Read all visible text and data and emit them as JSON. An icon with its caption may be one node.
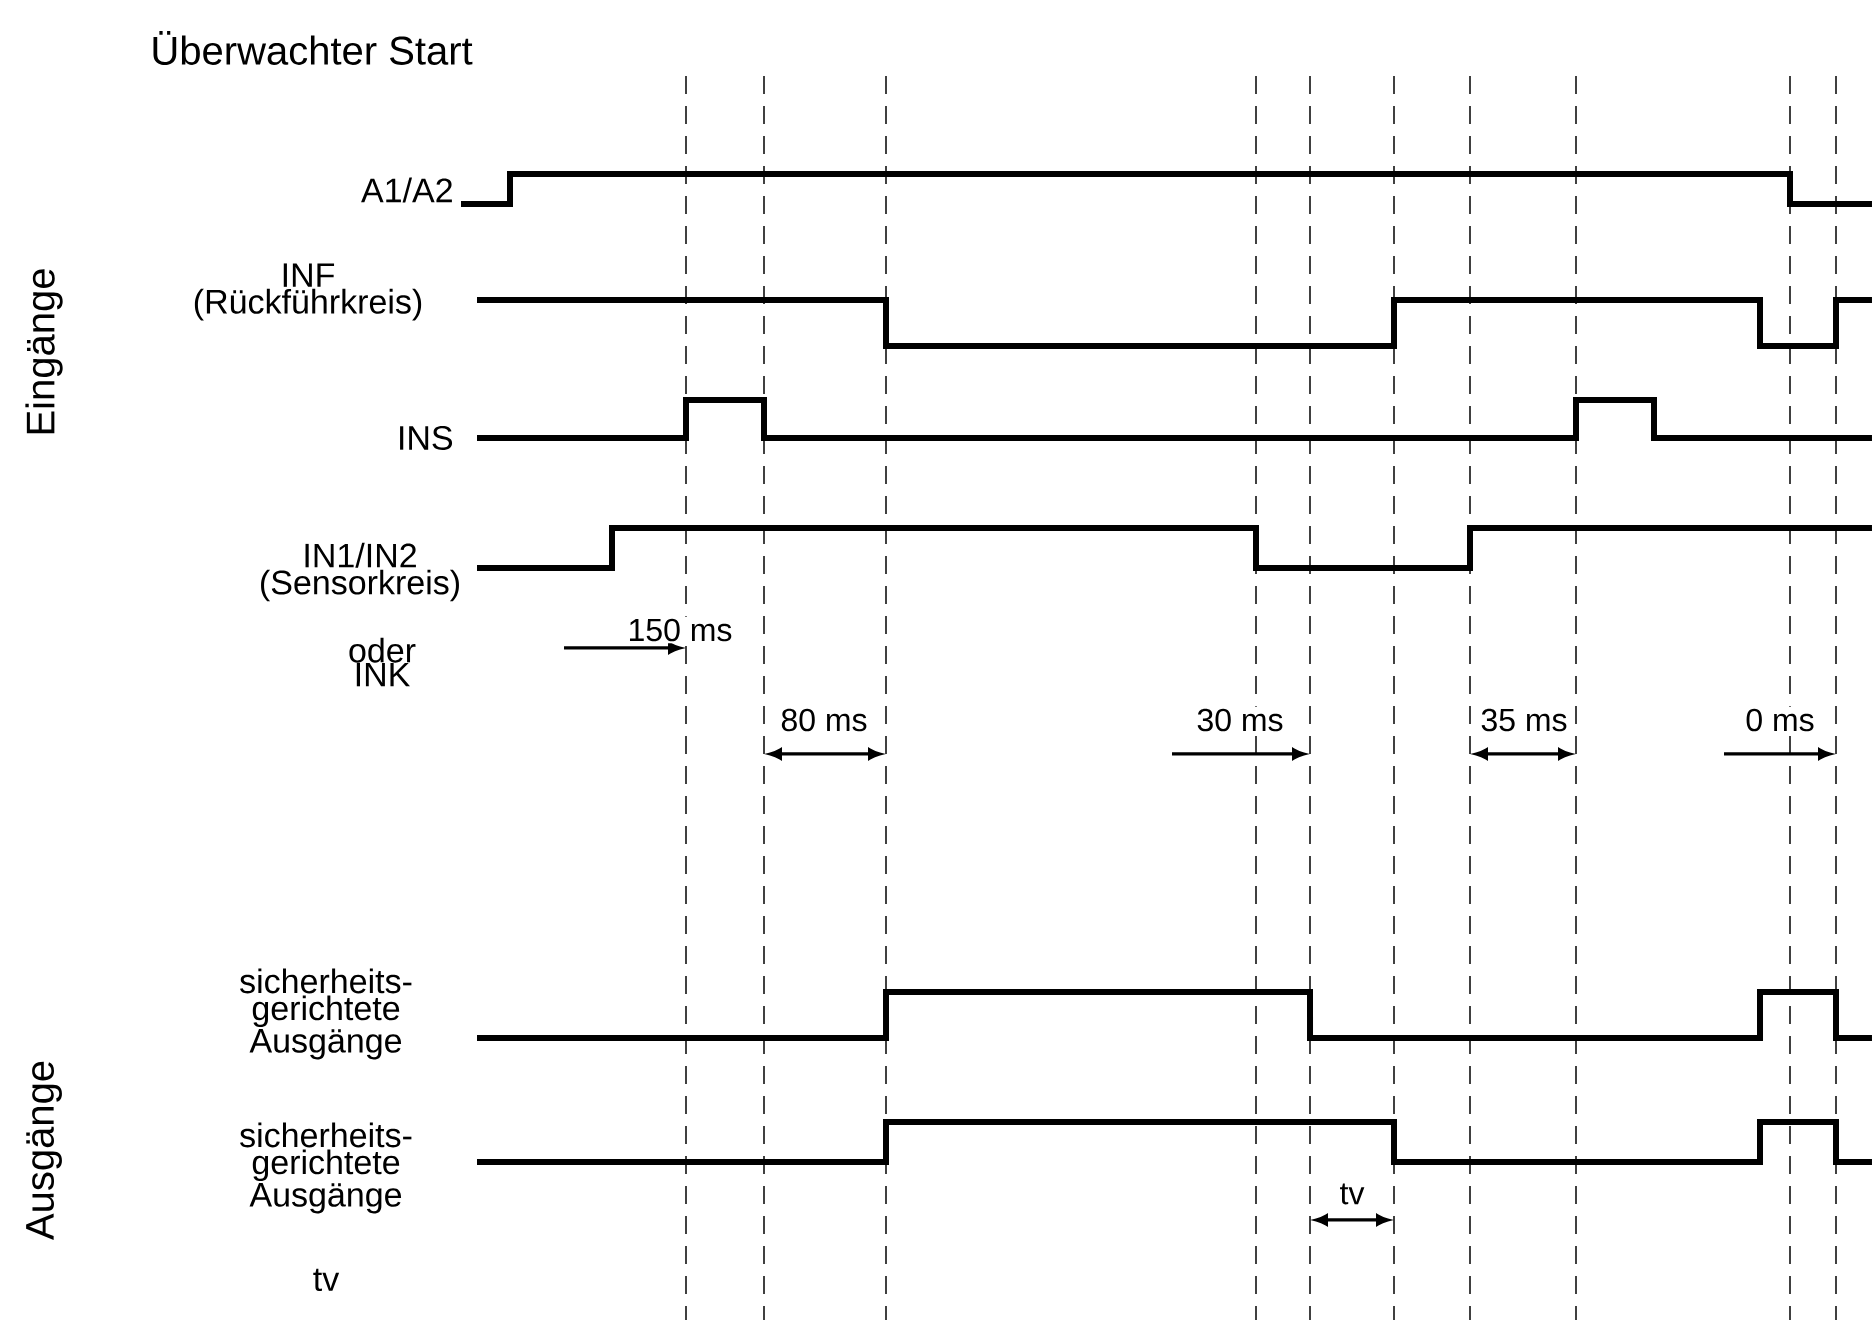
{
  "diagram": {
    "title": "Überwachter Start",
    "labels": [
      "Eingänge",
      "A1/A2",
      "INF (Rückführkreis)",
      "INS",
      "IN1/IN2 (Sensorkreis)",
      "oder INK",
      "150 ms",
      "80 ms",
      "30 ms",
      "35 ms",
      "0 ms",
      "Ausgänge",
      "sicherheits-gerichtete Ausgänge",
      "sicherheits-gerichtete Ausgänge",
      "tv",
      "tv"
    ]
  }
}
